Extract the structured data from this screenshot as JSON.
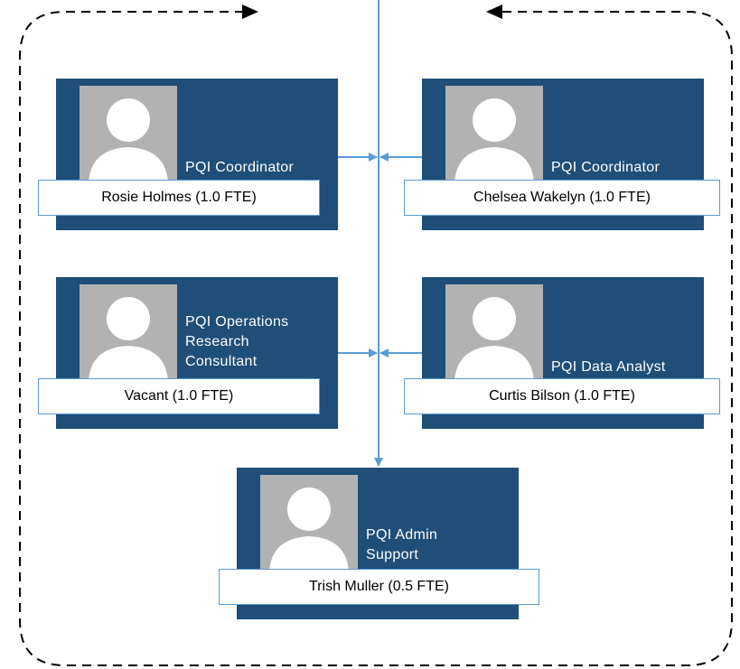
{
  "diagram": {
    "colors": {
      "card_fill": "#1f4e79",
      "photo_placeholder": "#b2b2b2",
      "connector": "#5b9bd5",
      "boundary": "#000000"
    },
    "cards": [
      {
        "role_lines": [
          "PQI Coordinator"
        ],
        "name": "Rosie Holmes (1.0 FTE)"
      },
      {
        "role_lines": [
          "PQI Coordinator"
        ],
        "name": "Chelsea Wakelyn (1.0 FTE)"
      },
      {
        "role_lines": [
          "PQI Operations",
          "Research",
          "Consultant"
        ],
        "name": "Vacant (1.0 FTE)"
      },
      {
        "role_lines": [
          "PQI Data Analyst"
        ],
        "name": "Curtis Bilson (1.0 FTE)"
      },
      {
        "role_lines": [
          "PQI Admin",
          "Support"
        ],
        "name": "Trish Muller (0.5 FTE)"
      }
    ]
  }
}
